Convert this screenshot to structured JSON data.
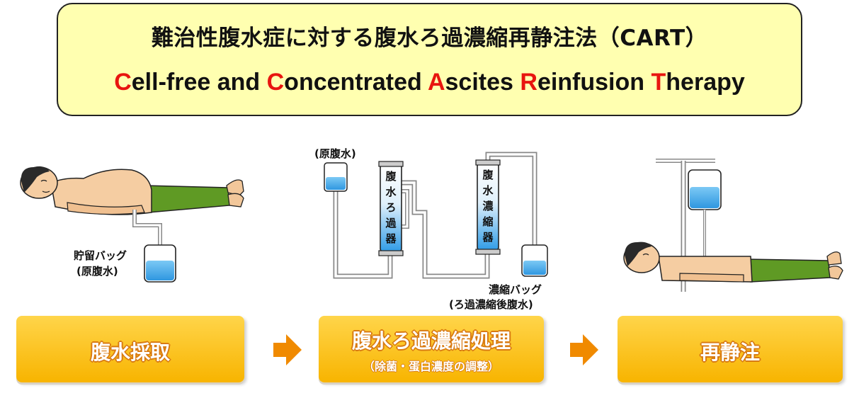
{
  "header": {
    "title_jp": "難治性腹水症に対する腹水ろ過濃縮再静注法（CART）",
    "title_en_parts": [
      {
        "text": "C",
        "highlight": true
      },
      {
        "text": "ell-free and ",
        "highlight": false
      },
      {
        "text": "C",
        "highlight": true
      },
      {
        "text": "oncentrated ",
        "highlight": false
      },
      {
        "text": "A",
        "highlight": true
      },
      {
        "text": "scites ",
        "highlight": false
      },
      {
        "text": "R",
        "highlight": true
      },
      {
        "text": "einfusion ",
        "highlight": false
      },
      {
        "text": "T",
        "highlight": true
      },
      {
        "text": "herapy",
        "highlight": false
      }
    ]
  },
  "diagram": {
    "storage_bag_label_1": "貯留バッグ",
    "storage_bag_label_2": "(原腹水)",
    "source_bag_label": "(原腹水)",
    "filter_label": [
      "腹",
      "水",
      "ろ",
      "過",
      "器"
    ],
    "concentrator_label": [
      "腹",
      "水",
      "濃",
      "縮",
      "器"
    ],
    "concentrate_bag_label_1": "濃縮バッグ",
    "concentrate_bag_label_2": "(ろ過濃縮後腹水)"
  },
  "steps": [
    {
      "label": "腹水採取",
      "sub": ""
    },
    {
      "label": "腹水ろ過濃縮処理",
      "sub": "（除菌・蛋白濃度の調整）"
    },
    {
      "label": "再静注",
      "sub": ""
    }
  ],
  "colors": {
    "title_bg": "#ffffb0",
    "highlight": "#e8150f",
    "step_fill": "#f8b400",
    "arrow": "#f08a00",
    "fluid_blue": "#3fa8ec"
  }
}
